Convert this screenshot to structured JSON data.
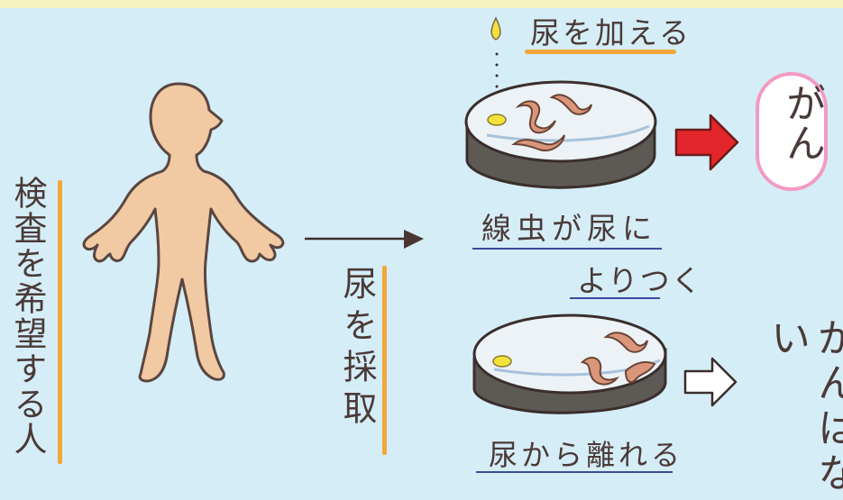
{
  "labels": {
    "person": "検査を希望する人",
    "collect_urine": "尿を採取",
    "add_urine": "尿を加える",
    "attracted_line1": "線虫が尿に",
    "attracted_line2": "よりつく",
    "move_away": "尿から離れる",
    "cancer": "がん",
    "no_cancer": "がんはない"
  },
  "colors": {
    "background": "#d5edf6",
    "top_band": "#f6f3bf",
    "highlight_bar": "#f2a73a",
    "underline": "#3b4b9c",
    "skin": "#f1c9a3",
    "dish_side": "#5d5a55",
    "dish_top": "#ecf2f6",
    "worm": "#d9967a",
    "urine_drop": "#f3e23a",
    "positive_arrow": "#e3262b",
    "cancer_badge_border": "#f29ac3"
  },
  "icons": {
    "person": "person-figure-icon",
    "dish": "petri-dish-icon",
    "worm": "nematode-icon",
    "positive_arrow": "red-arrow-icon",
    "negative_arrow": "outline-arrow-icon"
  }
}
